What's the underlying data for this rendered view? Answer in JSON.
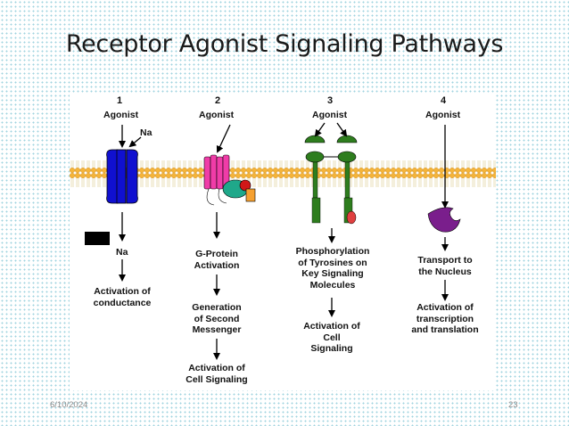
{
  "slide": {
    "title": "Receptor Agonist Signaling Pathways",
    "footer_date": "6/10/2024",
    "page_number": "23"
  },
  "pathways": [
    {
      "number": "1",
      "agonist": "Agonist",
      "ion_label": "Na",
      "ion_label_below": "Na",
      "steps": [
        "Activation of",
        "conductance"
      ]
    },
    {
      "number": "2",
      "agonist": "Agonist",
      "step1": [
        "G-Protein",
        "Activation"
      ],
      "step2": [
        "Generation",
        "of Second",
        "Messenger"
      ],
      "step3": [
        "Activation of",
        "Cell Signaling"
      ]
    },
    {
      "number": "3",
      "agonist": "Agonist",
      "step1": [
        "Phosphorylation",
        "of Tyrosines on",
        "Key Signaling",
        "Molecules"
      ],
      "step2": [
        "Activation of",
        "Cell",
        "Signaling"
      ]
    },
    {
      "number": "4",
      "agonist": "Agonist",
      "step1": [
        "Transport to",
        "the Nucleus"
      ],
      "step2": [
        "Activation of",
        "transcription",
        "and translation"
      ]
    }
  ],
  "colors": {
    "membrane_head": "#f5b43a",
    "membrane_tail": "#e8d9a0",
    "channel_blue": "#1010d0",
    "gpcr_pink": "#f03ca8",
    "gprotein_teal": "#1fa88a",
    "rtk_green": "#2e7d1e",
    "phospho_red": "#e04040",
    "nuclear_purple": "#7a1e8c"
  }
}
